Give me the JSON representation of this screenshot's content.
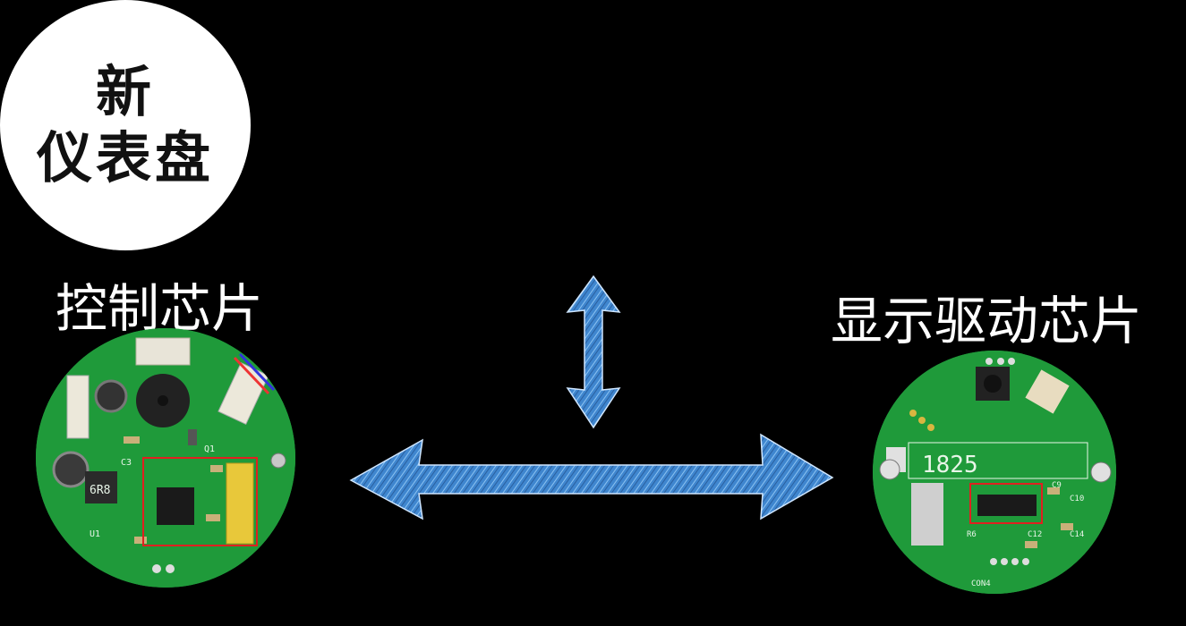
{
  "center_node": {
    "line1": "新",
    "line2": "仪表盘"
  },
  "left_node": {
    "label": "控制芯片",
    "silk_marks": [
      "6R8",
      "C3",
      "Q1",
      "U1"
    ]
  },
  "right_node": {
    "label": "显示驱动芯片",
    "silk_marks": [
      "1825",
      "C9",
      "C10",
      "C12",
      "C14",
      "CON4",
      "R6"
    ]
  },
  "arrow_color": "#4a90d9",
  "highlight_color": "#e02020",
  "pcb_color": "#1f9a3a"
}
